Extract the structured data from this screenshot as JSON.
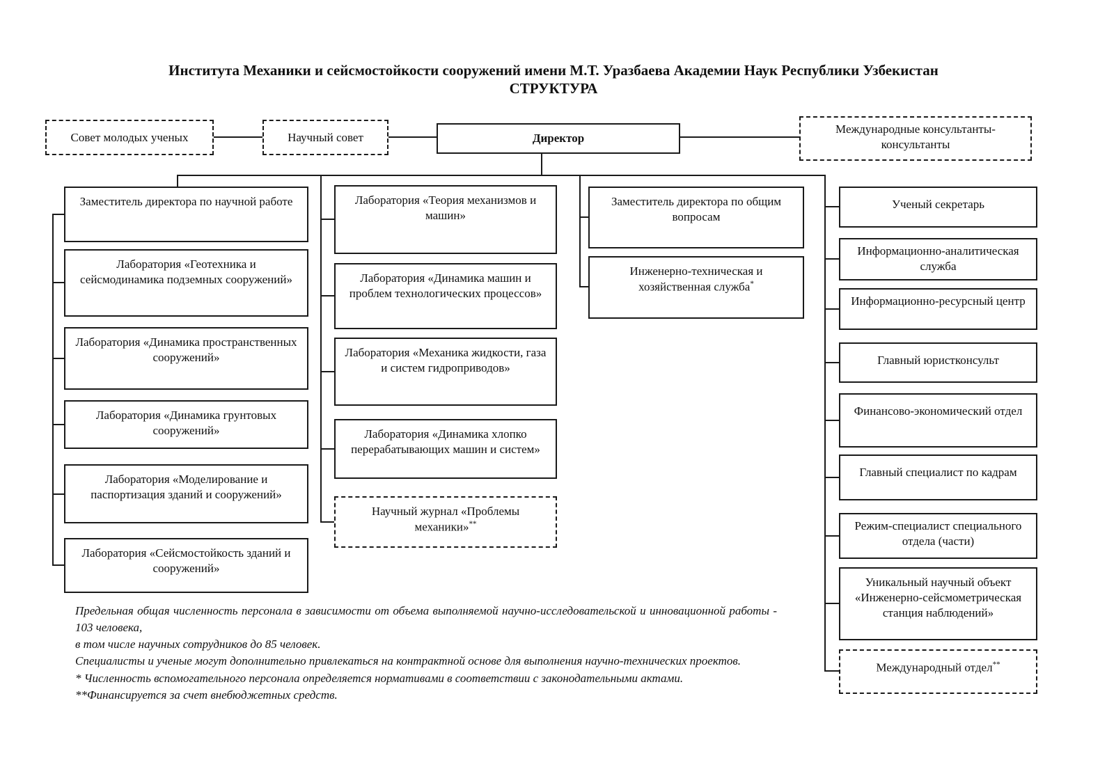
{
  "title": {
    "line1": "Института Механики и сейсмостойкости сооружений имени М.Т. Уразбаева Академии Наук Республики Узбекистан",
    "line2": "СТРУКТУРА"
  },
  "top_row": {
    "young_scientists_council": "Совет молодых ученых",
    "scientific_council": "Научный совет",
    "director": "Директор",
    "international_consultants": "Международные консультанты-консультанты"
  },
  "col1": [
    {
      "label": "Заместитель директора по научной работе"
    },
    {
      "label": "Лаборатория «Геотехника и сейсмодинамика подземных сооружений»"
    },
    {
      "label": "Лаборатория «Динамика пространственных сооружений»"
    },
    {
      "label": "Лаборатория «Динамика грунтовых сооружений»"
    },
    {
      "label": "Лаборатория «Моделирование и паспортизация зданий и сооружений»"
    },
    {
      "label": "Лаборатория «Сейсмостойкость зданий и сооружений»"
    }
  ],
  "col2": [
    {
      "label": "Лаборатория «Теория механизмов и машин»"
    },
    {
      "label": "Лаборатория «Динамика машин и проблем технологических процессов»"
    },
    {
      "label": "Лаборатория «Механика жидкости, газа и систем гидроприводов»"
    },
    {
      "label": "Лаборатория «Динамика хлопко перерабатывающих машин и систем»"
    },
    {
      "label": "Научный журнал «Проблемы механики»",
      "sup": "**"
    }
  ],
  "col3": [
    {
      "label": "Заместитель директора по общим вопросам"
    },
    {
      "label": "Инженерно-техническая и хозяйственная служба",
      "sup": "*"
    }
  ],
  "right_col": [
    {
      "label": "Ученый секретарь"
    },
    {
      "label": "Информационно-аналитическая служба"
    },
    {
      "label": "Информационно-ресурсный центр"
    },
    {
      "label": "Главный юристконсульт"
    },
    {
      "label": "Финансово-экономический отдел"
    },
    {
      "label": "Главный специалист по кадрам"
    },
    {
      "label": "Режим-специалист специального отдела (части)"
    },
    {
      "label": "Уникальный научный объект «Инженерно-сейсмометрическая станция наблюдений»"
    },
    {
      "label": "Международный отдел",
      "sup": "**"
    }
  ],
  "footnotes": [
    "Предельная общая численность персонала в зависимости от объема выполняемой научно-исследовательской и инновационной работы - 103 человека,",
    "в том числе научных сотрудников до 85 человек.",
    "Специалисты и ученые могут дополнительно привлекаться на контрактной основе для выполнения научно-технических проектов.",
    "* Численность вспомогательного персонала определяется нормативами в соответствии с законодательными актами.",
    "**Финансируется за счет внебюджетных средств."
  ],
  "colors": {
    "line": "#1a1a1a",
    "background": "#ffffff",
    "text": "#111111"
  }
}
